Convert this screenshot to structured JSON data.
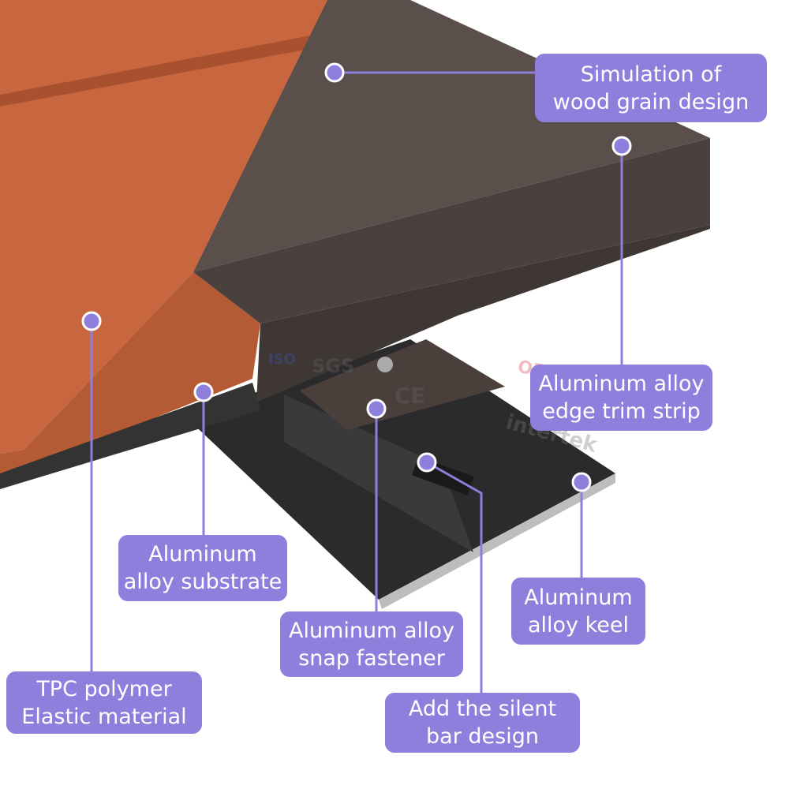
{
  "labels": [
    {
      "id": "wood-grain",
      "line1": "Simulation of",
      "line2": "wood grain design"
    },
    {
      "id": "edge-trim",
      "line1": "Aluminum alloy",
      "line2": "edge trim strip"
    },
    {
      "id": "substrate",
      "line1": "Aluminum",
      "line2": "alloy substrate"
    },
    {
      "id": "snap-fastener",
      "line1": "Aluminum alloy",
      "line2": "snap fastener"
    },
    {
      "id": "keel",
      "line1": "Aluminum",
      "line2": "alloy keel"
    },
    {
      "id": "tpc",
      "line1": "TPC polymer",
      "line2": "Elastic material"
    },
    {
      "id": "silent-bar",
      "line1": "Add the silent",
      "line2": "bar design"
    }
  ],
  "watermarks": {
    "oem": "OEM/ODM",
    "sgs": "SGS",
    "ce": "CE",
    "iso": "ISO",
    "intertek": "intertek"
  },
  "colors": {
    "accent": "#8f7fdc",
    "wood": "#c8673f",
    "trim": "#4a413e",
    "keel": "#2b2b2d"
  }
}
